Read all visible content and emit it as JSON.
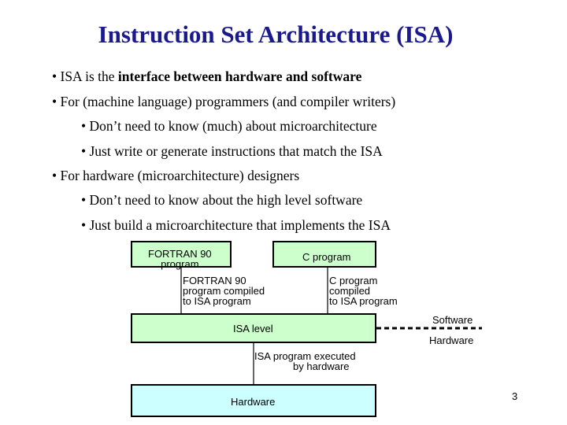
{
  "slide": {
    "title": "Instruction Set Architecture (ISA)",
    "page_number": "3"
  },
  "bullets": [
    {
      "prefix": "• ISA is the ",
      "bold": "interface between hardware and software",
      "suffix": ""
    },
    {
      "text": "• For (machine language) programmers (and compiler writers)"
    },
    {
      "text": "• Don’t need to know (much) about microarchitecture"
    },
    {
      "text": "• Just write or generate instructions that match the ISA"
    },
    {
      "text": "• For hardware (microarchitecture) designers"
    },
    {
      "text": "• Don’t need to know about the high level software"
    },
    {
      "text": "• Just build a microarchitecture that implements the ISA"
    }
  ],
  "diagram": {
    "fortran_box": {
      "line1": "FORTRAN 90",
      "line2": "program"
    },
    "c_box": {
      "label": "C program"
    },
    "fortran_compiled": {
      "line1": "FORTRAN 90",
      "line2": "program compiled",
      "line3": "to ISA program"
    },
    "c_compiled": {
      "line1": "C program",
      "line2": "compiled",
      "line3": "to ISA program"
    },
    "isa_box": {
      "label": "ISA level"
    },
    "software_label": "Software",
    "hardware_label": "Hardware",
    "executed": {
      "line1": "ISA program executed",
      "line2": "by hardware"
    },
    "hardware_box": {
      "label": "Hardware"
    },
    "colors": {
      "title": "#1a1a8c",
      "program_box_fill": "#ccffcc",
      "hardware_box_fill": "#ccffff"
    }
  }
}
